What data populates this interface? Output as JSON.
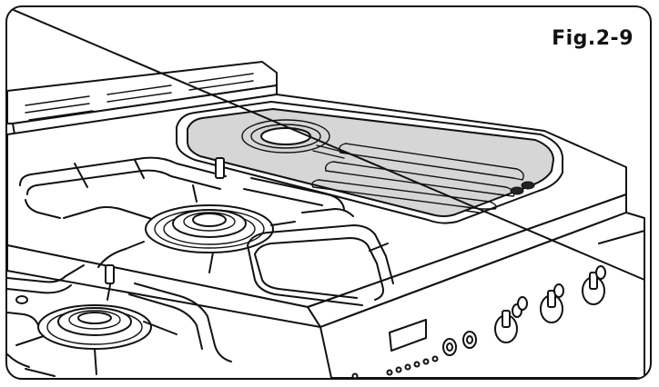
{
  "figure": {
    "label": "Fig.2-9"
  },
  "colors": {
    "outline": "#111111",
    "griddle_fill": "#d6d6d6",
    "background": "#ffffff"
  },
  "parts": {
    "griddle_plate": "griddle-plate",
    "gas_burners": "gas-burner",
    "control_knobs": "control-knob",
    "indicator_lights": "indicator-light"
  }
}
